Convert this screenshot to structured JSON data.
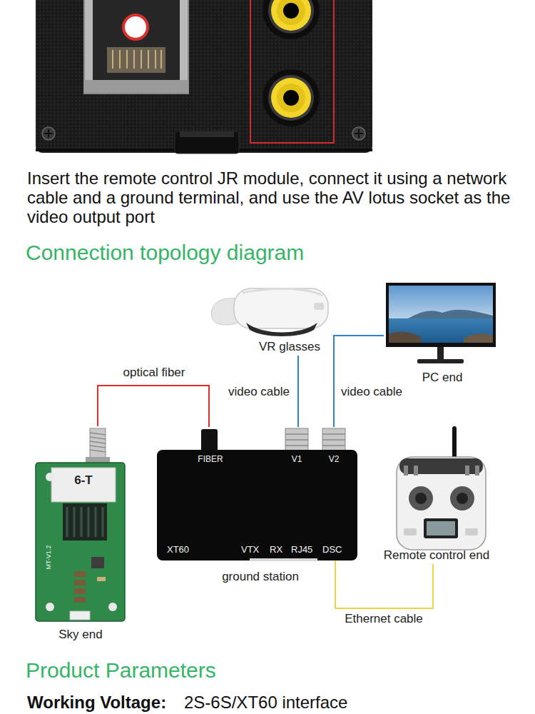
{
  "diagram": {
    "title": "Connection topology diagram",
    "nodes": [
      {
        "text": [
          "VR glasses"
        ]
      },
      {
        "text": [
          "PC end"
        ]
      },
      {
        "text": [
          "6-T",
          "MT-V1.2",
          "Sky end"
        ]
      },
      {
        "text": [
          "FIBER",
          "V1",
          "V2",
          "XT60",
          "VTX",
          "RX",
          "RJ45",
          "DSC",
          "ground station"
        ]
      },
      {
        "text": [
          "Remote control end"
        ]
      }
    ],
    "edges": [
      {
        "from": 2,
        "to": 3,
        "label": "optical fiber",
        "arrow": "none"
      },
      {
        "from": 0,
        "to": 3,
        "label": "video cable",
        "arrow": "none"
      },
      {
        "from": 1,
        "to": 3,
        "label": "video cable",
        "arrow": "none"
      },
      {
        "from": 3,
        "to": 4,
        "label": "Ethernet cable",
        "arrow": "none"
      }
    ],
    "labels": [
      "Insert the remote control JR module, connect it using a network cable and a ground terminal, and use the AV lotus socket as the video output port",
      "Product Parameters",
      "Working Voltage:",
      "2S-6S/XT60 interface"
    ]
  }
}
